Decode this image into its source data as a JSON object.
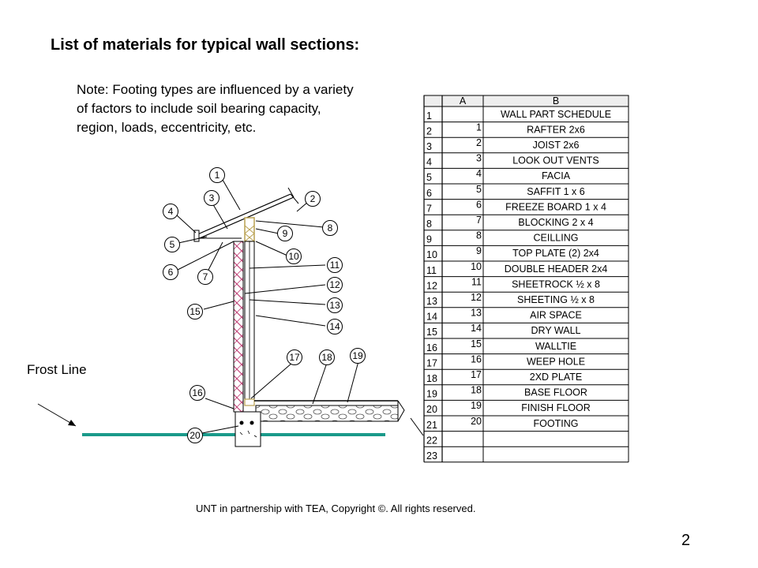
{
  "title": "List of materials for typical wall sections:",
  "note": "Note: Footing types are influenced by a variety of factors to include soil bearing capacity, region, loads, eccentricity, etc.",
  "frost_line": "Frost Line",
  "footer": "UNT in partnership with TEA, Copyright ©. All rights reserved.",
  "page_number": "2",
  "callouts": [
    "1",
    "2",
    "3",
    "4",
    "5",
    "6",
    "7",
    "8",
    "9",
    "10",
    "11",
    "12",
    "13",
    "14",
    "15",
    "16",
    "17",
    "18",
    "19",
    "20"
  ],
  "schedule": {
    "col_a": "A",
    "col_b": "B",
    "row_numbers": [
      "1",
      "2",
      "3",
      "4",
      "5",
      "6",
      "7",
      "8",
      "9",
      "10",
      "11",
      "12",
      "13",
      "14",
      "15",
      "16",
      "17",
      "18",
      "19",
      "20",
      "21",
      "22",
      "23"
    ],
    "rows": [
      {
        "a": "",
        "b": "WALL PART SCHEDULE"
      },
      {
        "a": "1",
        "b": "RAFTER  2x6"
      },
      {
        "a": "2",
        "b": "JOIST  2x6"
      },
      {
        "a": "3",
        "b": "LOOK OUT VENTS"
      },
      {
        "a": "4",
        "b": "FACIA"
      },
      {
        "a": "5",
        "b": "SAFFIT 1 x 6"
      },
      {
        "a": "6",
        "b": "FREEZE BOARD 1 x 4"
      },
      {
        "a": "7",
        "b": "BLOCKING  2 x 4"
      },
      {
        "a": "8",
        "b": "CEILLING"
      },
      {
        "a": "9",
        "b": "TOP PLATE (2)  2x4"
      },
      {
        "a": "10",
        "b": "DOUBLE HEADER 2x4"
      },
      {
        "a": "11",
        "b": "SHEETROCK ½  x 8"
      },
      {
        "a": "12",
        "b": "SHEETING ½  x 8"
      },
      {
        "a": "13",
        "b": "AIR SPACE"
      },
      {
        "a": "14",
        "b": "DRY WALL"
      },
      {
        "a": "15",
        "b": "WALLTIE"
      },
      {
        "a": "16",
        "b": "WEEP HOLE"
      },
      {
        "a": "17",
        "b": "2XD PLATE"
      },
      {
        "a": "18",
        "b": "BASE FLOOR"
      },
      {
        "a": "19",
        "b": "FINISH FLOOR"
      },
      {
        "a": "20",
        "b": "FOOTING"
      },
      {
        "a": "",
        "b": ""
      },
      {
        "a": "",
        "b": ""
      }
    ]
  },
  "colors": {
    "frost_line": "#1a9a8a",
    "brick": "#c2467a"
  }
}
